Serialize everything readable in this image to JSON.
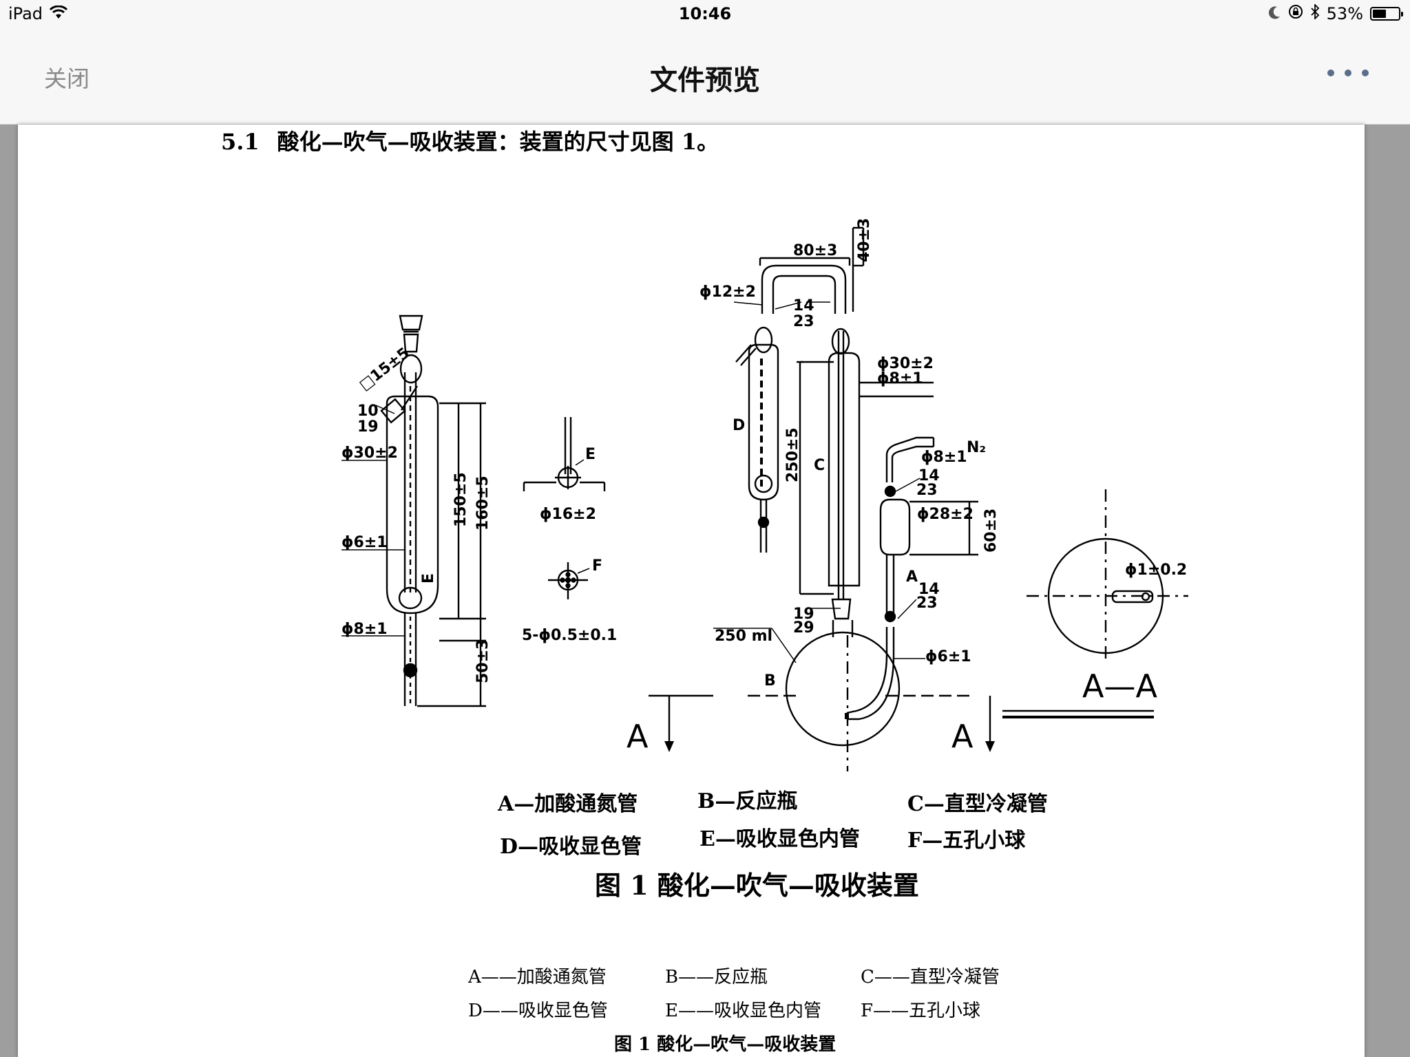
{
  "status_bar": {
    "device": "iPad",
    "time": "10:46",
    "battery": "53%",
    "battery_level": 0.53
  },
  "nav": {
    "close_label": "关闭",
    "title": "文件预览"
  },
  "document": {
    "section_number": "5.1",
    "section_text": "酸化—吹气—吸收装置：装置的尺寸见图 1。",
    "diagram": {
      "left_tube": {
        "dims": [
          "□15±5",
          "10",
          "19",
          "ϕ30±2",
          "ϕ6±1",
          "ϕ8±1",
          "150±5",
          "160±5",
          "50±3"
        ],
        "label": "E"
      },
      "ball": {
        "label_e": "E",
        "label_f": "F",
        "dim_diameter": "ϕ16±2",
        "dim_holes": "5-ϕ0.5±0.1"
      },
      "main": {
        "dims": [
          "80±3",
          "40±3",
          "ϕ12±2",
          "14",
          "23",
          "ϕ30±2",
          "ϕ8±1",
          "250±5",
          "ϕ8±1",
          "N₂",
          "14",
          "23",
          "ϕ28±2",
          "60±3",
          "14",
          "23",
          "19",
          "29",
          "250 ml",
          "ϕ6±1"
        ],
        "labels": [
          "D",
          "C",
          "A",
          "B"
        ],
        "section_markers": [
          "A",
          "A"
        ]
      },
      "section_view": {
        "dim": "ϕ1±0.2",
        "title": "A—A"
      }
    },
    "legend_upper": [
      [
        "A—加酸通氮管",
        "B—反应瓶",
        "C—直型冷凝管"
      ],
      [
        "D—吸收显色管",
        "E—吸收显色内管",
        "F—五孔小球"
      ]
    ],
    "caption_upper": "图 1    酸化—吹气—吸收装置",
    "legend_lower": [
      [
        "A——加酸通氮管",
        "B——反应瓶",
        "C——直型冷凝管"
      ],
      [
        "D——吸收显色管",
        "E——吸收显色内管",
        "F——五孔小球"
      ]
    ],
    "caption_lower": "图 1   酸化—吹气—吸收装置"
  }
}
